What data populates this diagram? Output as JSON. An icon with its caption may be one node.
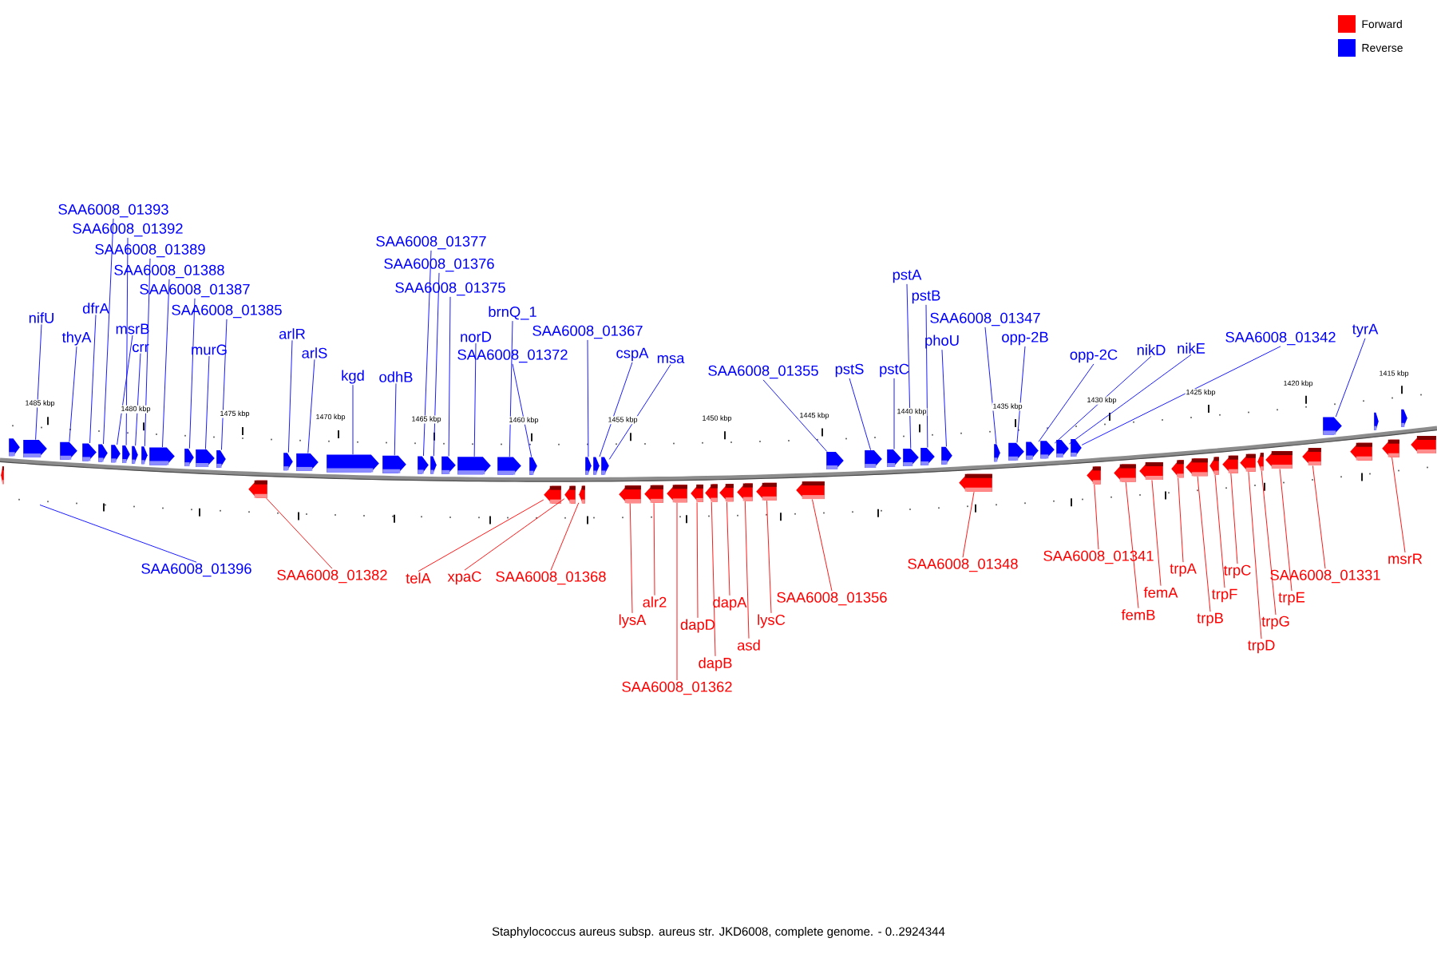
{
  "diagram": {
    "caption": "Staphylococcus aureus subsp. aureus str. JKD6008, complete genome. - 0..2924344",
    "nodes": [
      {
        "text": [
          "SAA6008_01393"
        ]
      },
      {
        "text": [
          "SAA6008_01392"
        ]
      },
      {
        "text": [
          "SAA6008_01389"
        ]
      },
      {
        "text": [
          "SAA6008_01388"
        ]
      },
      {
        "text": [
          "SAA6008_01387"
        ]
      },
      {
        "text": [
          "SAA6008_01385"
        ]
      },
      {
        "text": [
          "nifU"
        ]
      },
      {
        "text": [
          "dfrA"
        ]
      },
      {
        "text": [
          "thyA"
        ]
      },
      {
        "text": [
          "msrB"
        ]
      },
      {
        "text": [
          "crr"
        ]
      },
      {
        "text": [
          "murG"
        ]
      },
      {
        "text": [
          "arlR"
        ]
      },
      {
        "text": [
          "arlS"
        ]
      },
      {
        "text": [
          "kgd"
        ]
      },
      {
        "text": [
          "odhB"
        ]
      },
      {
        "text": [
          "SAA6008_01377"
        ]
      },
      {
        "text": [
          "SAA6008_01376"
        ]
      },
      {
        "text": [
          "SAA6008_01375"
        ]
      },
      {
        "text": [
          "brnQ_1"
        ]
      },
      {
        "text": [
          "norD"
        ]
      },
      {
        "text": [
          "SAA6008_01367"
        ]
      },
      {
        "text": [
          "SAA6008_01372"
        ]
      },
      {
        "text": [
          "cspA"
        ]
      },
      {
        "text": [
          "msa"
        ]
      },
      {
        "text": [
          "pstA"
        ]
      },
      {
        "text": [
          "pstB"
        ]
      },
      {
        "text": [
          "SAA6008_01347"
        ]
      },
      {
        "text": [
          "opp-2B"
        ]
      },
      {
        "text": [
          "phoU"
        ]
      },
      {
        "text": [
          "SAA6008_01342"
        ]
      },
      {
        "text": [
          "tyrA"
        ]
      },
      {
        "text": [
          "nikD"
        ]
      },
      {
        "text": [
          "nikE"
        ]
      },
      {
        "text": [
          "opp-2C"
        ]
      },
      {
        "text": [
          "SAA6008_01355"
        ]
      },
      {
        "text": [
          "pstS"
        ]
      },
      {
        "text": [
          "pstC"
        ]
      },
      {
        "text": [
          "SAA6008_01396"
        ]
      },
      {
        "text": [
          "SAA6008_01382"
        ]
      },
      {
        "text": [
          "telA"
        ]
      },
      {
        "text": [
          "xpaC"
        ]
      },
      {
        "text": [
          "SAA6008_01368"
        ]
      },
      {
        "text": [
          "SAA6008_01348"
        ]
      },
      {
        "text": [
          "SAA6008_01341"
        ]
      },
      {
        "text": [
          "msrR"
        ]
      },
      {
        "text": [
          "SAA6008_01331"
        ]
      },
      {
        "text": [
          "trpA"
        ]
      },
      {
        "text": [
          "trpC"
        ]
      },
      {
        "text": [
          "SAA6008_01356"
        ]
      },
      {
        "text": [
          "femA"
        ]
      },
      {
        "text": [
          "trpF"
        ]
      },
      {
        "text": [
          "trpE"
        ]
      },
      {
        "text": [
          "alr2"
        ]
      },
      {
        "text": [
          "dapA"
        ]
      },
      {
        "text": [
          "femB"
        ]
      },
      {
        "text": [
          "lysA"
        ]
      },
      {
        "text": [
          "lysC"
        ]
      },
      {
        "text": [
          "trpB"
        ]
      },
      {
        "text": [
          "trpG"
        ]
      },
      {
        "text": [
          "dapD"
        ]
      },
      {
        "text": [
          "asd"
        ]
      },
      {
        "text": [
          "trpD"
        ]
      },
      {
        "text": [
          "dapB"
        ]
      },
      {
        "text": [
          "SAA6008_01362"
        ]
      },
      {
        "text": [],
        "shape": "arrow"
      },
      {
        "text": [],
        "shape": "arrow"
      },
      {
        "text": [],
        "shape": "arrow"
      },
      {
        "text": [],
        "shape": "arrow"
      },
      {
        "text": [],
        "shape": "arrow"
      },
      {
        "text": [],
        "shape": "arrow"
      },
      {
        "text": [],
        "shape": "arrow"
      },
      {
        "text": [],
        "shape": "arrow"
      },
      {
        "text": [],
        "shape": "arrow"
      },
      {
        "text": [],
        "shape": "arrow"
      },
      {
        "text": [],
        "shape": "arrow"
      },
      {
        "text": [],
        "shape": "arrow"
      },
      {
        "text": [],
        "shape": "arrow"
      },
      {
        "text": [],
        "shape": "arrow"
      },
      {
        "text": [],
        "shape": "arrow"
      },
      {
        "text": [],
        "shape": "arrow"
      },
      {
        "text": [],
        "shape": "arrow"
      },
      {
        "text": [],
        "shape": "arrow"
      },
      {
        "text": [],
        "shape": "arrow"
      },
      {
        "text": [],
        "shape": "arrow"
      },
      {
        "text": [],
        "shape": "arrow"
      },
      {
        "text": [],
        "shape": "arrow"
      },
      {
        "text": [],
        "shape": "arrow"
      },
      {
        "text": [],
        "shape": "arrow"
      },
      {
        "text": [],
        "shape": "arrow"
      },
      {
        "text": [],
        "shape": "arrow"
      },
      {
        "text": [],
        "shape": "arrow"
      },
      {
        "text": [],
        "shape": "arrow"
      },
      {
        "text": [],
        "shape": "arrow"
      },
      {
        "text": [],
        "shape": "arrow"
      },
      {
        "text": [],
        "shape": "arrow"
      },
      {
        "text": [],
        "shape": "arrow"
      },
      {
        "text": [],
        "shape": "arrow"
      },
      {
        "text": [],
        "shape": "arrow"
      },
      {
        "text": [],
        "shape": "arrow"
      },
      {
        "text": [],
        "shape": "arrow"
      },
      {
        "text": [],
        "shape": "arrow"
      },
      {
        "text": [],
        "shape": "arrow"
      },
      {
        "text": [],
        "shape": "arrow"
      },
      {
        "text": [],
        "shape": "arrow"
      },
      {
        "text": [],
        "shape": "arrow"
      },
      {
        "text": [],
        "shape": "arrow"
      },
      {
        "text": [],
        "shape": "arrow"
      },
      {
        "text": [],
        "shape": "arrow"
      },
      {
        "text": [],
        "shape": "arrow"
      },
      {
        "text": [],
        "shape": "arrow"
      },
      {
        "text": [],
        "shape": "arrow"
      },
      {
        "text": [],
        "shape": "arrow"
      },
      {
        "text": [],
        "shape": "arrow"
      },
      {
        "text": [],
        "shape": "arrow"
      },
      {
        "text": [],
        "shape": "arrow"
      },
      {
        "text": [],
        "shape": "arrow"
      },
      {
        "text": [],
        "shape": "arrow"
      },
      {
        "text": [],
        "shape": "arrow"
      },
      {
        "text": [],
        "shape": "arrow"
      },
      {
        "text": [],
        "shape": "arrow"
      },
      {
        "text": [],
        "shape": "arrow"
      },
      {
        "text": [],
        "shape": "arrow"
      },
      {
        "text": [],
        "shape": "arrow"
      },
      {
        "text": [],
        "shape": "arrow"
      },
      {
        "text": [],
        "shape": "arrow"
      },
      {
        "text": [],
        "shape": "arrow"
      },
      {
        "text": [],
        "shape": "arrow"
      },
      {
        "text": [],
        "shape": "arrow"
      },
      {
        "text": [],
        "shape": "arrow"
      },
      {
        "text": [],
        "shape": "arrow"
      },
      {
        "text": [],
        "shape": "arrow"
      },
      {
        "text": [],
        "shape": "arrow"
      },
      {
        "text": [],
        "shape": "arrow"
      },
      {
        "text": [],
        "shape": "arrow"
      }
    ],
    "edges": [
      {
        "from": 0,
        "to": 68,
        "arrow": "none"
      },
      {
        "from": 1,
        "to": 70,
        "arrow": "none"
      },
      {
        "from": 2,
        "to": 72,
        "arrow": "none"
      },
      {
        "from": 3,
        "to": 73,
        "arrow": "none"
      },
      {
        "from": 4,
        "to": 74,
        "arrow": "none"
      },
      {
        "from": 5,
        "to": 76,
        "arrow": "none"
      },
      {
        "from": 6,
        "to": 65,
        "arrow": "none"
      },
      {
        "from": 7,
        "to": 67,
        "arrow": "none"
      },
      {
        "from": 8,
        "to": 66,
        "arrow": "none"
      },
      {
        "from": 9,
        "to": 69,
        "arrow": "none"
      },
      {
        "from": 10,
        "to": 71,
        "arrow": "none"
      },
      {
        "from": 11,
        "to": 75,
        "arrow": "none"
      },
      {
        "from": 12,
        "to": 78,
        "arrow": "none"
      },
      {
        "from": 13,
        "to": 79,
        "arrow": "none"
      },
      {
        "from": 14,
        "to": 80,
        "arrow": "none"
      },
      {
        "from": 15,
        "to": 81,
        "arrow": "none"
      },
      {
        "from": 16,
        "to": 82,
        "arrow": "none"
      },
      {
        "from": 17,
        "to": 83,
        "arrow": "none"
      },
      {
        "from": 18,
        "to": 84,
        "arrow": "none"
      },
      {
        "from": 19,
        "to": 86,
        "arrow": "none"
      },
      {
        "from": 20,
        "to": 85,
        "arrow": "none"
      },
      {
        "from": 21,
        "to": 91,
        "arrow": "none"
      },
      {
        "from": 22,
        "to": 87,
        "arrow": "none"
      },
      {
        "from": 23,
        "to": 92,
        "arrow": "none"
      },
      {
        "from": 24,
        "to": 93,
        "arrow": "none"
      },
      {
        "from": 25,
        "to": 106,
        "arrow": "none"
      },
      {
        "from": 26,
        "to": 107,
        "arrow": "none"
      },
      {
        "from": 27,
        "to": 110,
        "arrow": "none"
      },
      {
        "from": 28,
        "to": 111,
        "arrow": "none"
      },
      {
        "from": 29,
        "to": 108,
        "arrow": "none"
      },
      {
        "from": 30,
        "to": 115,
        "arrow": "none"
      },
      {
        "from": 31,
        "to": 127,
        "arrow": "none"
      },
      {
        "from": 32,
        "to": 113,
        "arrow": "none"
      },
      {
        "from": 33,
        "to": 114,
        "arrow": "none"
      },
      {
        "from": 34,
        "to": 112,
        "arrow": "none"
      },
      {
        "from": 35,
        "to": 103,
        "arrow": "none"
      },
      {
        "from": 36,
        "to": 104,
        "arrow": "none"
      },
      {
        "from": 37,
        "to": 105,
        "arrow": "none"
      },
      {
        "from": 38,
        "to": null,
        "arrow": "none"
      },
      {
        "from": 39,
        "to": 77,
        "arrow": "none",
        "color": "#ff0000"
      },
      {
        "from": 40,
        "to": 88,
        "arrow": "none",
        "color": "#ff0000"
      },
      {
        "from": 41,
        "to": 89,
        "arrow": "none",
        "color": "#ff0000"
      },
      {
        "from": 42,
        "to": 90,
        "arrow": "none",
        "color": "#ff0000"
      },
      {
        "from": 43,
        "to": 109,
        "arrow": "none",
        "color": "#ff0000"
      },
      {
        "from": 44,
        "to": 116,
        "arrow": "none",
        "color": "#ff0000"
      },
      {
        "from": 45,
        "to": 128,
        "arrow": "none",
        "color": "#ff0000"
      },
      {
        "from": 46,
        "to": 126,
        "arrow": "none",
        "color": "#ff0000"
      },
      {
        "from": 47,
        "to": 119,
        "arrow": "none",
        "color": "#ff0000"
      },
      {
        "from": 48,
        "to": 122,
        "arrow": "none",
        "color": "#ff0000"
      },
      {
        "from": 49,
        "to": 102,
        "arrow": "none",
        "color": "#ff0000"
      },
      {
        "from": 50,
        "to": 118,
        "arrow": "none",
        "color": "#ff0000"
      },
      {
        "from": 51,
        "to": 121,
        "arrow": "none",
        "color": "#ff0000"
      },
      {
        "from": 52,
        "to": 125,
        "arrow": "none",
        "color": "#ff0000"
      },
      {
        "from": 53,
        "to": 95,
        "arrow": "none",
        "color": "#ff0000"
      },
      {
        "from": 54,
        "to": 99,
        "arrow": "none",
        "color": "#ff0000"
      },
      {
        "from": 55,
        "to": 117,
        "arrow": "none",
        "color": "#ff0000"
      },
      {
        "from": 56,
        "to": 94,
        "arrow": "none",
        "color": "#ff0000"
      },
      {
        "from": 57,
        "to": 101,
        "arrow": "none",
        "color": "#ff0000"
      },
      {
        "from": 58,
        "to": 120,
        "arrow": "none",
        "color": "#ff0000"
      },
      {
        "from": 59,
        "to": 124,
        "arrow": "none",
        "color": "#ff0000"
      },
      {
        "from": 60,
        "to": 97,
        "arrow": "none",
        "color": "#ff0000"
      },
      {
        "from": 61,
        "to": 100,
        "arrow": "none",
        "color": "#ff0000"
      },
      {
        "from": 62,
        "to": 123,
        "arrow": "none",
        "color": "#ff0000"
      },
      {
        "from": 63,
        "to": 98,
        "arrow": "none",
        "color": "#ff0000"
      },
      {
        "from": 64,
        "to": 96,
        "arrow": "none",
        "color": "#ff0000"
      }
    ],
    "labels": [
      "1485 kbp",
      "1480 kbp",
      "1475 kbp",
      "1470 kbp",
      "1465 kbp",
      "1460 kbp",
      "1455 kbp",
      "1450 kbp",
      "1445 kbp",
      "1440 kbp",
      "1435 kbp",
      "1430 kbp",
      "1425 kbp",
      "1420 kbp",
      "1415 kbp"
    ],
    "legend": [
      {
        "text": "Forward",
        "color": "#ff0000"
      },
      {
        "text": "Reverse",
        "color": "#0000ff"
      }
    ]
  }
}
